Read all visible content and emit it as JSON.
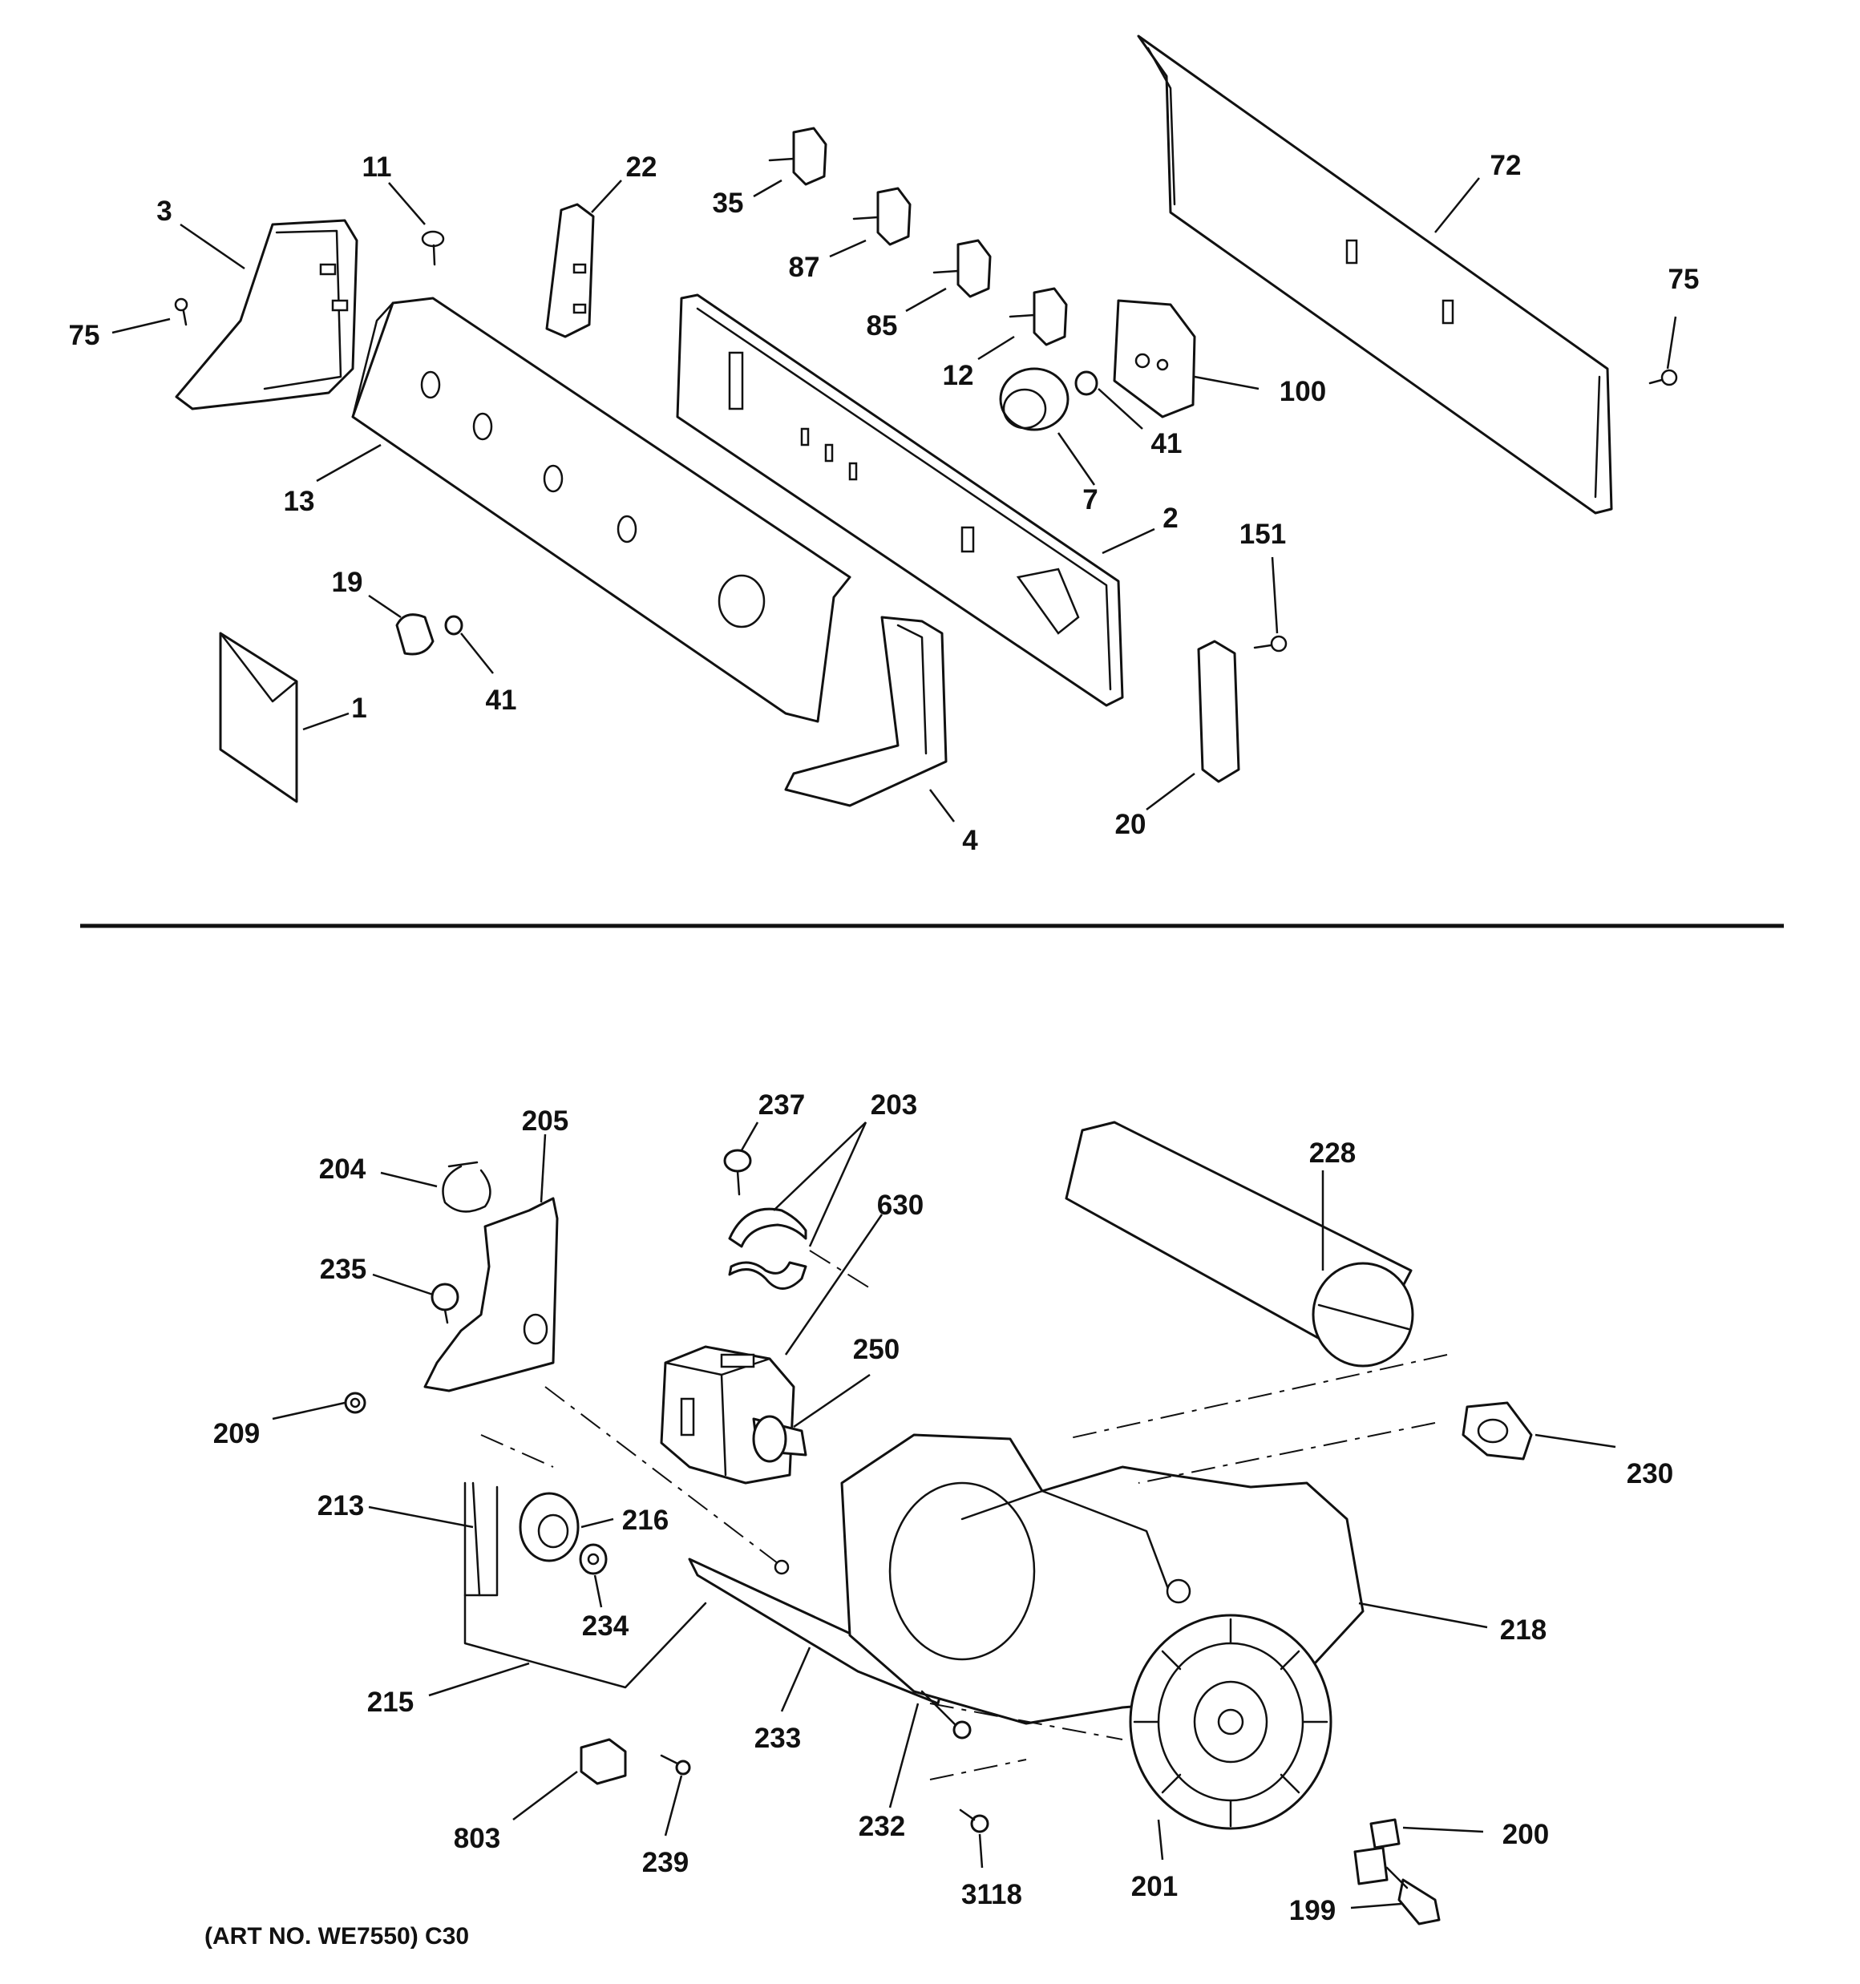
{
  "labels": {
    "l75a": "75",
    "l3": "3",
    "l11": "11",
    "l22": "22",
    "l35": "35",
    "l87": "87",
    "l85": "85",
    "l12": "12",
    "l72": "72",
    "l75b": "75",
    "l100": "100",
    "l41a": "41",
    "l7": "7",
    "l13": "13",
    "l2": "2",
    "l151": "151",
    "l19": "19",
    "l41b": "41",
    "l1": "1",
    "l4": "4",
    "l20": "20",
    "l237": "237",
    "l203": "203",
    "l205": "205",
    "l204": "204",
    "l630": "630",
    "l228": "228",
    "l235": "235",
    "l250": "250",
    "l209": "209",
    "l230": "230",
    "l213": "213",
    "l216": "216",
    "l234": "234",
    "l218": "218",
    "l215": "215",
    "l233": "233",
    "l232": "232",
    "l803": "803",
    "l239": "239",
    "l200": "200",
    "l3118": "3118",
    "l201": "201",
    "l199": "199"
  },
  "footer": {
    "art_number": "(ART NO. WE7550) C30"
  }
}
